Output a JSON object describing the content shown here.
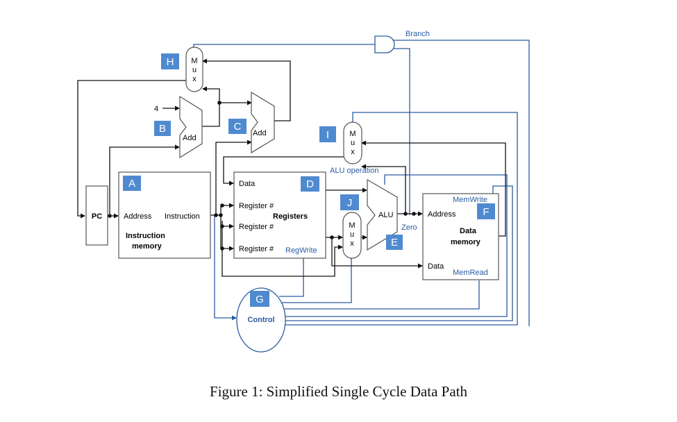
{
  "caption": "Figure 1: Simplified Single Cycle Data Path",
  "badges": {
    "a": "A",
    "b": "B",
    "c": "C",
    "d": "D",
    "e": "E",
    "f": "F",
    "g": "G",
    "h": "H",
    "i": "I",
    "j": "J"
  },
  "blocks": {
    "pc": "PC",
    "instr_mem": {
      "address": "Address",
      "instruction": "Instruction",
      "title1": "Instruction",
      "title2": "memory"
    },
    "adder_b": "Add",
    "adder_c": "Add",
    "const_four": "4",
    "registers": {
      "data": "Data",
      "reg1": "Register #",
      "reg2": "Register #",
      "reg3": "Register #",
      "title": "Registers",
      "regwrite": "RegWrite"
    },
    "alu": {
      "label": "ALU",
      "zero": "Zero",
      "operation": "ALU operation"
    },
    "data_mem": {
      "memwrite": "MemWrite",
      "address": "Address",
      "title1": "Data",
      "title2": "memory",
      "data": "Data",
      "memread": "MemRead"
    },
    "control": "Control",
    "branch": "Branch",
    "mux_letters": [
      "M",
      "u",
      "x"
    ]
  },
  "colors": {
    "badge": "#4f8ad1",
    "control_wire": "#2a5aa0",
    "data_wire": "#111111"
  }
}
